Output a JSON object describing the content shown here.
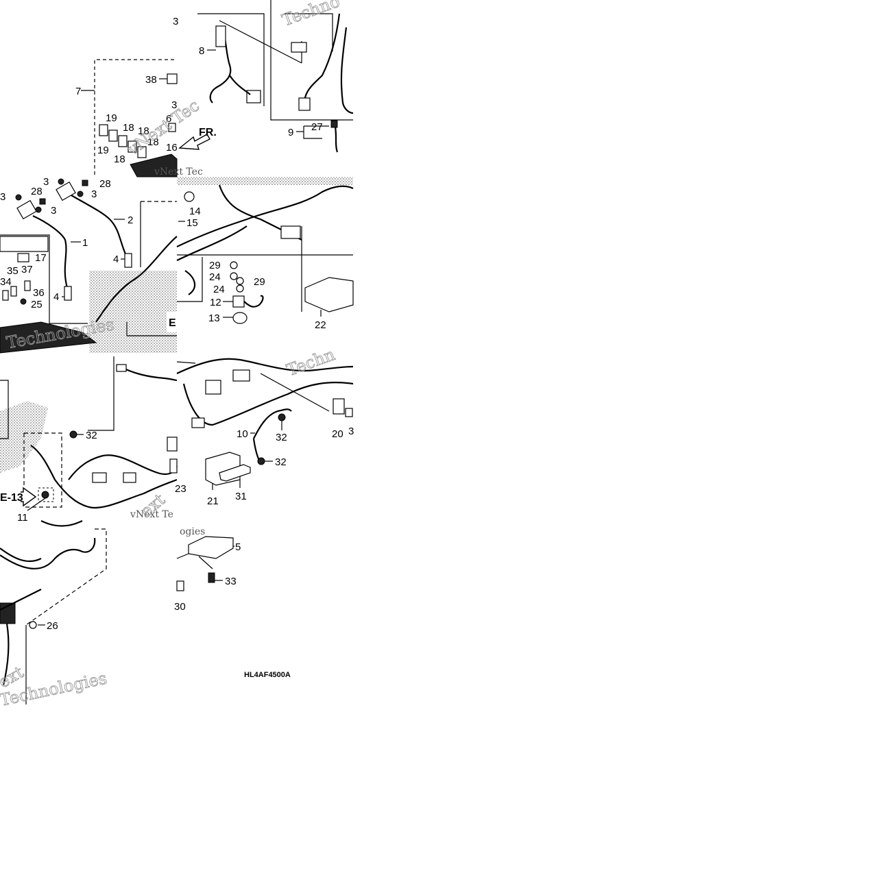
{
  "diagram": {
    "code": "HL4AF4500A",
    "front_arrow_label": "FR.",
    "ref_top": "E",
    "ref_left": "E-13",
    "watermarks": [
      "Techno",
      "vNext Tec",
      "vNext Technologies",
      "Techn",
      "vNext Te",
      "vNext Technologies",
      "ext",
      "Technologies",
      "ogies",
      "Techn"
    ],
    "callouts": {
      "n1": "1",
      "n2": "2",
      "n3a": "3",
      "n3b": "3",
      "n3c": "3",
      "n3d": "3",
      "n3e": "3",
      "n3f": "3",
      "n4a": "4",
      "n4b": "4",
      "n5": "5",
      "n6": "6",
      "n7": "7",
      "n8": "8",
      "n9": "9",
      "n10": "10",
      "n11": "11",
      "n12": "12",
      "n13": "13",
      "n14": "14",
      "n15": "15",
      "n16": "16",
      "n17": "17",
      "n18a": "18",
      "n18b": "18",
      "n18c": "18",
      "n18d": "18",
      "n19a": "19",
      "n19b": "19",
      "n20": "20",
      "n21": "21",
      "n22": "22",
      "n23": "23",
      "n24a": "24",
      "n24b": "24",
      "n25": "25",
      "n26": "26",
      "n27": "27",
      "n28a": "28",
      "n28b": "28",
      "n29a": "29",
      "n29b": "29",
      "n30": "30",
      "n31": "31",
      "n32a": "32",
      "n32b": "32",
      "n32c": "32",
      "n33": "33",
      "n34": "34",
      "n35": "35",
      "n36": "36",
      "n37": "37",
      "n38": "38",
      "n3g": "3"
    }
  }
}
